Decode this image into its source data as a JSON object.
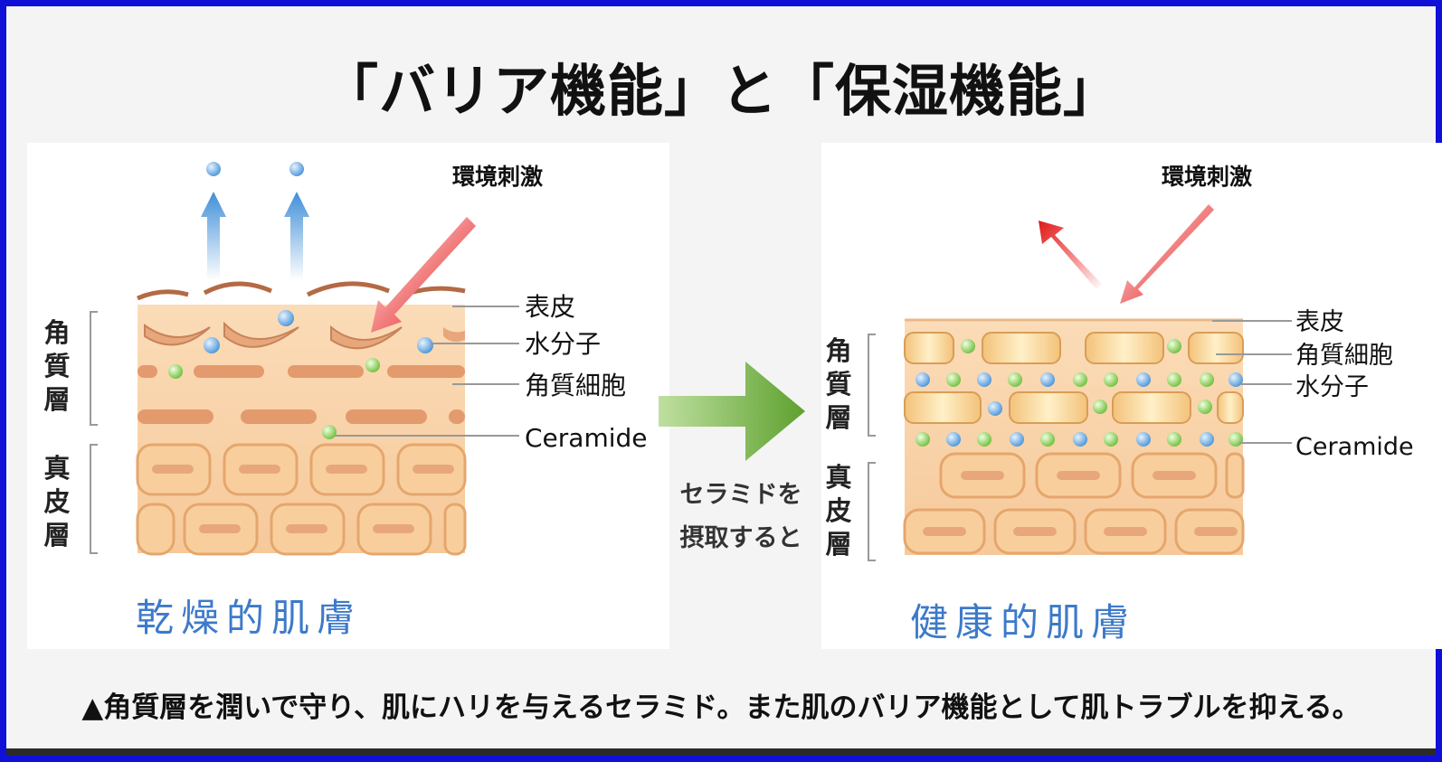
{
  "title": "「バリア機能」と「保湿機能」",
  "caption": "▲角質層を潤いで守り、肌にハリを与えるセラミド。また肌のバリア機能として肌トラブルを抑える。",
  "middle": {
    "line1": "セラミドを",
    "line2": "摂取すると"
  },
  "left": {
    "stimulus": "環境刺激",
    "skin_title": "乾燥的肌膚",
    "layer1": "角質層",
    "layer2": "真皮層",
    "labels": [
      "表皮",
      "水分子",
      "角質細胞",
      "Ceramide"
    ]
  },
  "right": {
    "stimulus": "環境刺激",
    "skin_title": "健康的肌膚",
    "layer1": "角質層",
    "layer2": "真皮層",
    "labels": [
      "表皮",
      "角質細胞",
      "水分子",
      "Ceramide"
    ]
  },
  "colors": {
    "frame": "#1010d8",
    "arrow_red": "#e02020",
    "arrow_green": "#6fae3c",
    "water": "#6aa6e0",
    "ceramide": "#8ccf5a",
    "skin": "#f7d2a6",
    "cell": "#e8a77a",
    "title_blue": "#3d7ac9"
  }
}
